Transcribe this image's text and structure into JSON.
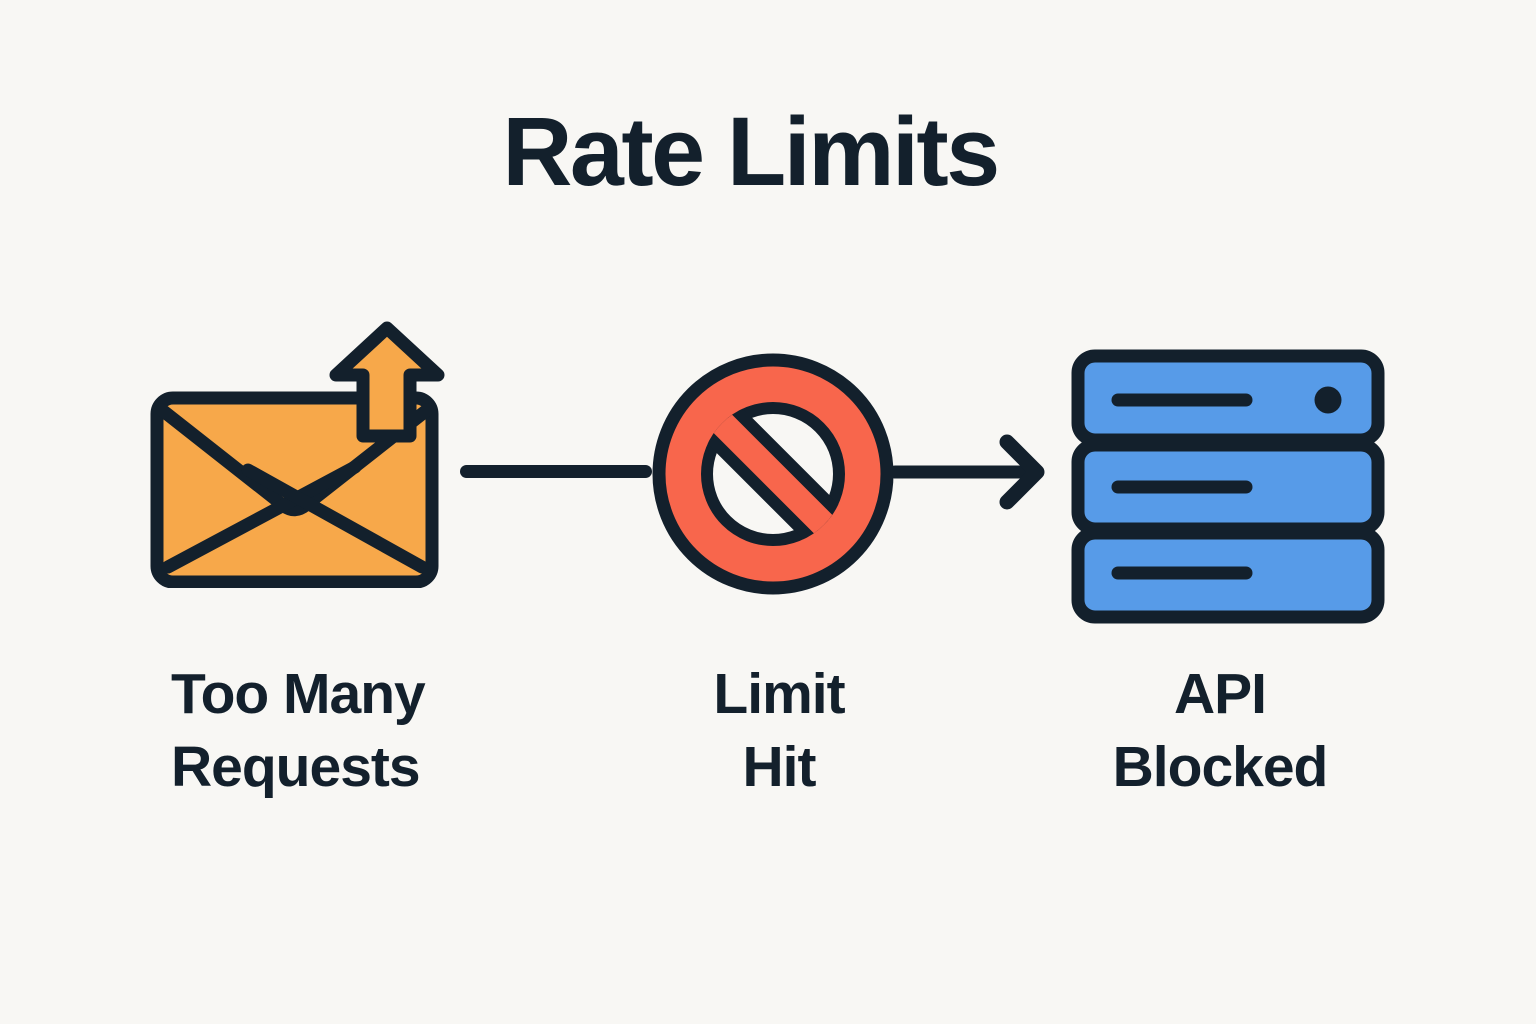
{
  "title": "Rate Limits",
  "colors": {
    "background": "#F8F7F4",
    "ink": "#13202C",
    "orange": "#F7A84A",
    "red": "#F8664C",
    "blue": "#579BE8"
  },
  "steps": [
    {
      "id": "too-many-requests",
      "icon": "outgoing-email-icon",
      "label_line1": "Too Many",
      "label_line2": "Requests"
    },
    {
      "id": "limit-hit",
      "icon": "no-entry-icon",
      "label_line1": "Limit",
      "label_line2": "Hit"
    },
    {
      "id": "api-blocked",
      "icon": "server-stack-icon",
      "label_line1": "API",
      "label_line2": "Blocked"
    }
  ],
  "connectors": [
    {
      "from": "too-many-requests",
      "to": "limit-hit",
      "style": "plain-line"
    },
    {
      "from": "limit-hit",
      "to": "api-blocked",
      "style": "arrow"
    }
  ]
}
